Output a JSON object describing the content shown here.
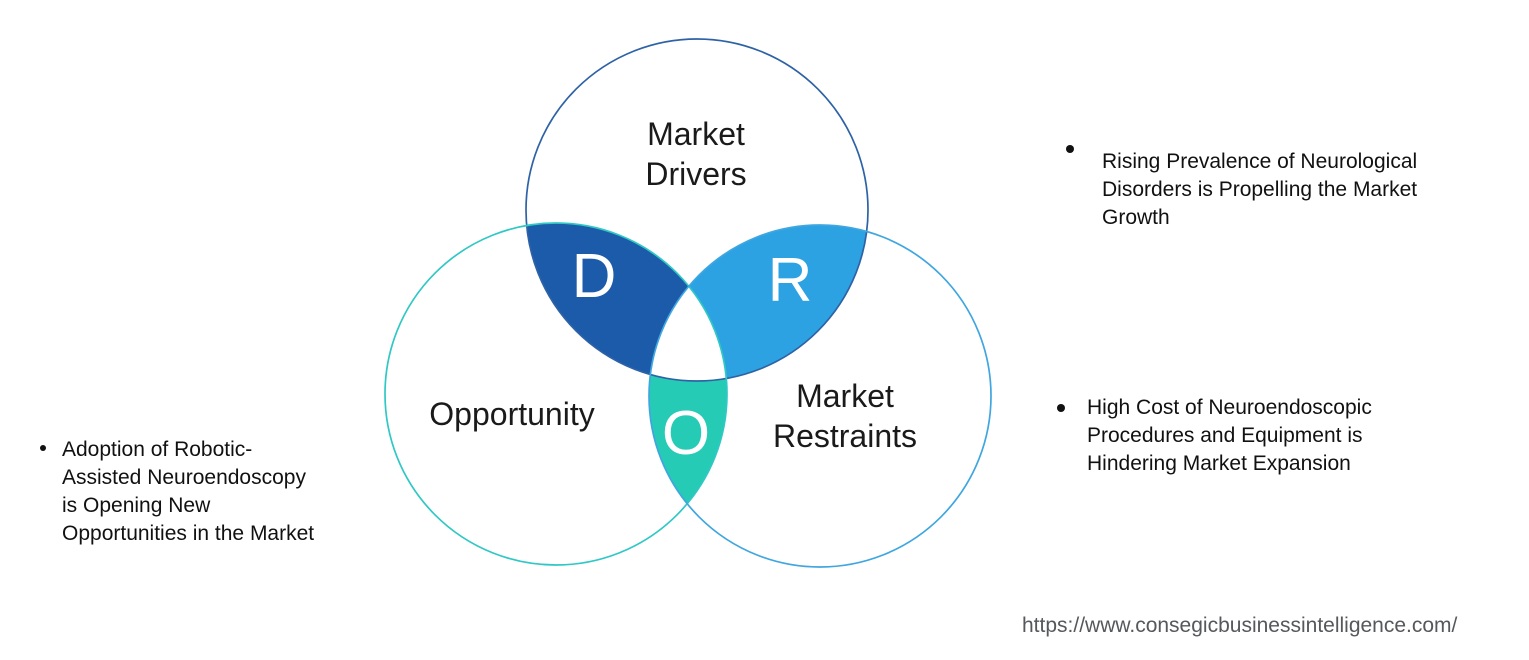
{
  "venn": {
    "drivers": {
      "label": "Market\nDrivers",
      "letter": "D",
      "outline_color": "#2e62a6",
      "lens_color": "#1b5ba9"
    },
    "restraints": {
      "label": "Market\nRestraints",
      "letter": "R",
      "outline_color": "#3fa6e0",
      "lens_color": "#2da2e2"
    },
    "opportunity": {
      "label": "Opportunity",
      "letter": "O",
      "outline_color": "#2fc8c4",
      "lens_color": "#26cbb5"
    }
  },
  "annotations": {
    "driver_point": "Rising Prevalence of Neurological\nDisorders is Propelling the Market\nGrowth",
    "restraint_point": "High Cost of Neuroendoscopic\nProcedures and Equipment is\nHindering Market Expansion",
    "opportunity_point": "Adoption of Robotic-\nAssisted Neuroendoscopy\nis Opening New\nOpportunities in the Market"
  },
  "footer": {
    "source_url": "https://www.consegicbusinessintelligence.com/"
  }
}
